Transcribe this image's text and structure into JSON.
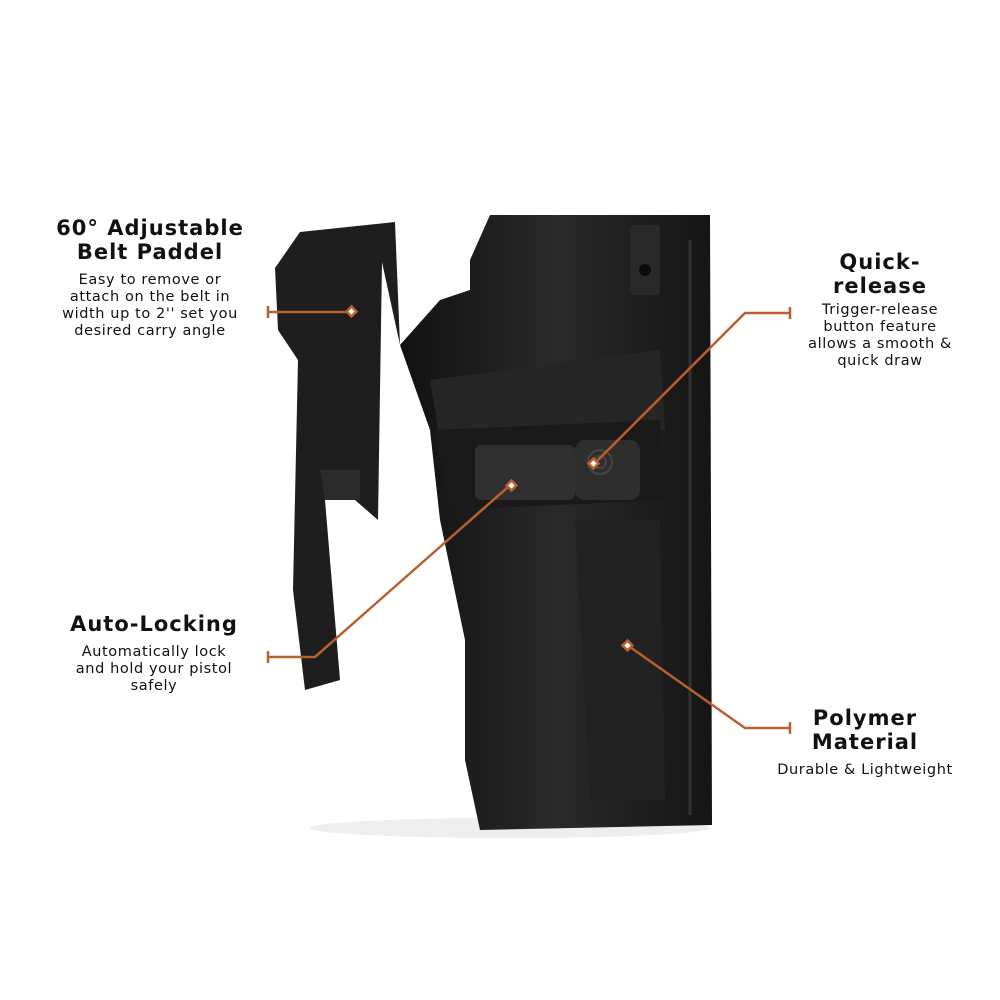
{
  "colors": {
    "leader": "#b8602f",
    "holster": "#1c1c1c",
    "background": "#ffffff"
  },
  "callouts": {
    "paddle": {
      "title_1": "60° Adjustable",
      "title_2": "Belt Paddel",
      "desc": [
        "Easy to remove or",
        "attach on the belt in",
        "width up to 2'' set you",
        "desired carry angle"
      ]
    },
    "quick": {
      "title_1": "Quick-",
      "title_2": "release",
      "desc": [
        "Trigger-release",
        "button feature",
        "allows a smooth &",
        "quick draw"
      ]
    },
    "auto": {
      "title_1": "Auto-Locking",
      "desc": [
        "Automatically lock",
        "and hold your pistol",
        "safely"
      ]
    },
    "polymer": {
      "title_1": "Polymer",
      "title_2": "Material",
      "desc": [
        "Durable & Lightweight"
      ]
    }
  }
}
